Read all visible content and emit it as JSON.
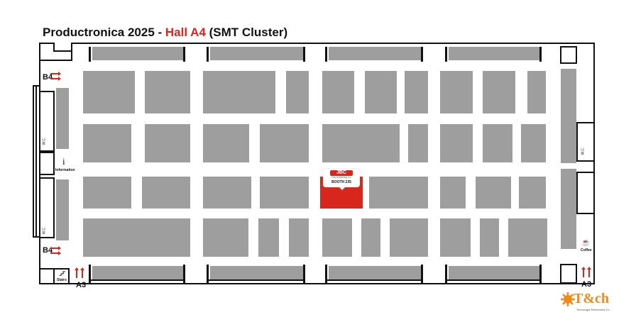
{
  "title": {
    "prefix": "Productronica 2025 - ",
    "hall": "Hall A4",
    "suffix": " (SMT Cluster)"
  },
  "labels": {
    "b4_top": "B4",
    "b4_bottom": "B4",
    "a3_left": "A3",
    "a3_right": "A3",
    "information": "Information",
    "info_glyph": "i",
    "stairs": "Stairs",
    "coffee": "Coffee",
    "wc_left_top": "W.C.",
    "wc_left_bottom": "W.C.",
    "wc_right": "W.C."
  },
  "highlight_booth": {
    "brand": "JBC",
    "tagline": "The Soldering Co.",
    "label": "BOOTH 235",
    "color": "#d9261c"
  },
  "logo": {
    "text": "T&ch",
    "subtitle": "Tecnología Electrónica S.L.",
    "color": "#f08a1c"
  },
  "icons": {
    "info": "info-icon",
    "stairs": "stairs-icon",
    "coffee": "coffee-cup-icon",
    "arrow": "arrow-icon"
  },
  "colors": {
    "booth": "#9e9e9e",
    "accent": "#d9261c",
    "wall": "#111111"
  }
}
